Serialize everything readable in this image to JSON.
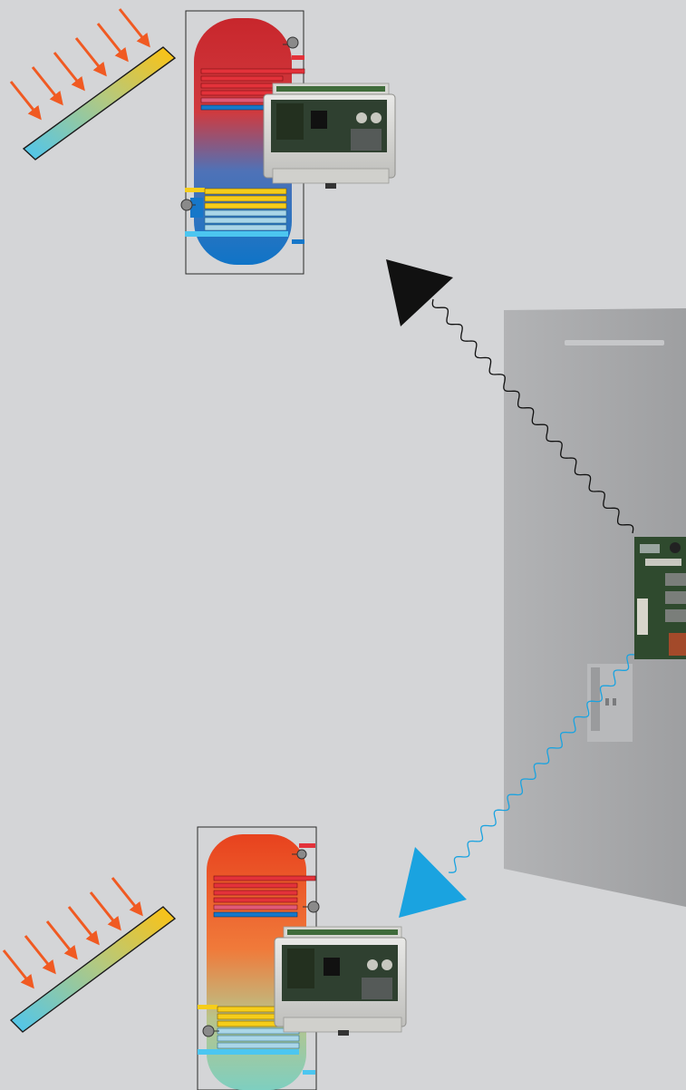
{
  "diagram": {
    "background": "#d4d5d7",
    "nodes": [
      {
        "id": "solar-collector-top",
        "kind": "solar-collector",
        "sun_rays": 6
      },
      {
        "id": "storage-tank-top",
        "kind": "hot-water-tank",
        "top_color": "#c8262c",
        "bottom_color": "#1677c9"
      },
      {
        "id": "controller-module-top",
        "kind": "din-rail-controller"
      },
      {
        "id": "wall-panel",
        "kind": "wall-mounted-control-panel",
        "color": "#a3a4a6"
      },
      {
        "id": "solar-collector-bottom",
        "kind": "solar-collector",
        "sun_rays": 6
      },
      {
        "id": "storage-tank-bottom",
        "kind": "hot-water-tank",
        "top_color": "#e8421e",
        "bottom_color": "#7ecfc0"
      },
      {
        "id": "controller-module-bottom",
        "kind": "din-rail-controller"
      }
    ],
    "links": [
      {
        "from": "wall-panel",
        "to": "storage-tank-top",
        "style": "wavy",
        "color": "#111111",
        "arrow": "triangle"
      },
      {
        "from": "wall-panel",
        "to": "storage-tank-bottom",
        "style": "wavy",
        "color": "#1aa3e0",
        "arrow": "triangle"
      }
    ],
    "palette": {
      "sun_ray": "#f05a22",
      "collector_hot": "#ffc20e",
      "collector_cold": "#4cc6f0",
      "coil_hot": "#c8262c",
      "coil_yellow": "#f6cd1a",
      "coil_blue": "#1677c9",
      "sensor": "#8a8a8a",
      "link_black": "#111111",
      "link_blue": "#1aa3e0"
    }
  }
}
